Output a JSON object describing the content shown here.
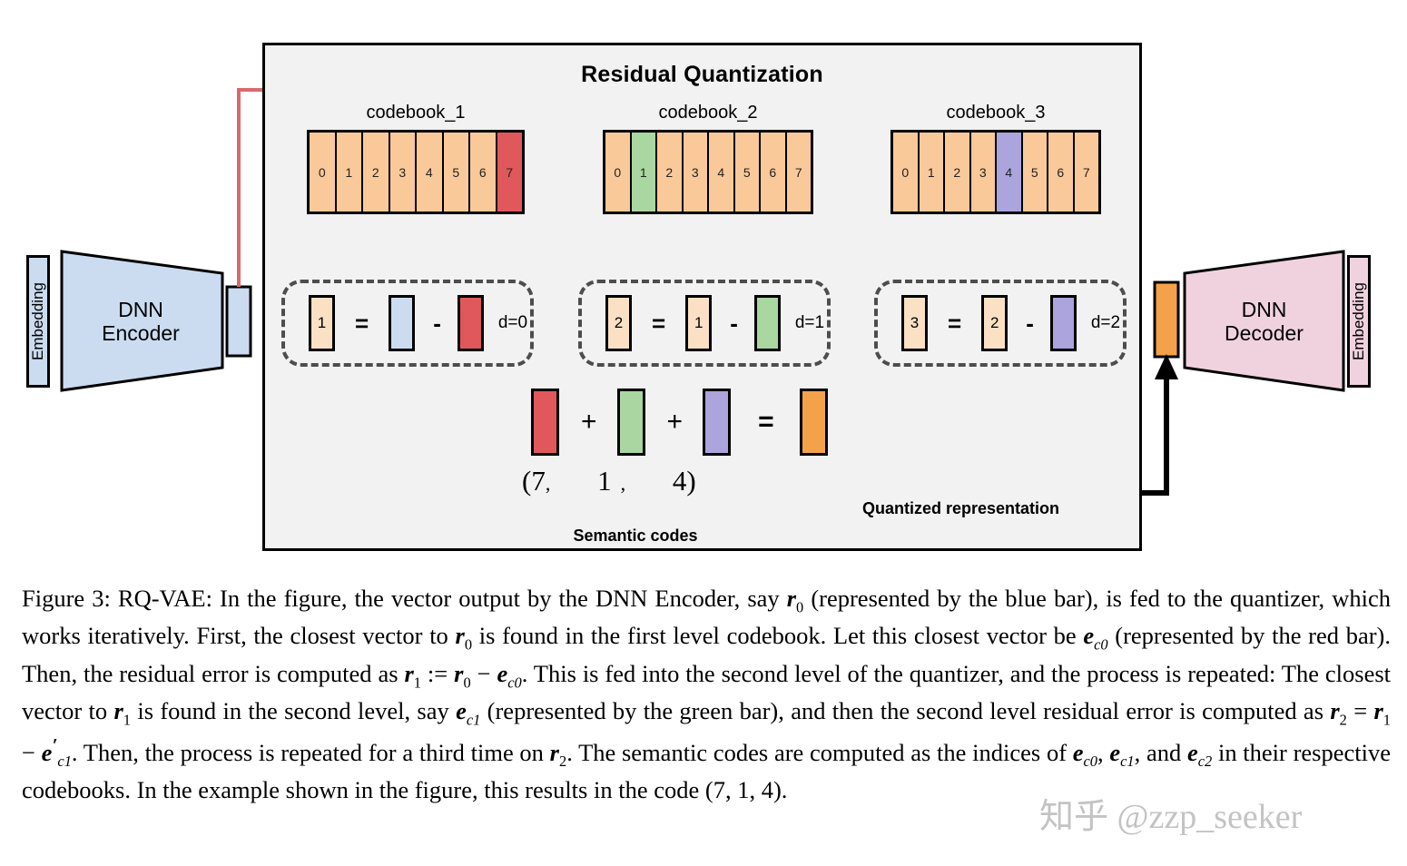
{
  "figure": {
    "panel_title": "Residual Quantization",
    "encoder": {
      "embedding_label": "Embedding",
      "name_line1": "DNN",
      "name_line2": "Encoder"
    },
    "decoder": {
      "embedding_label": "Embedding",
      "name_line1": "DNN",
      "name_line2": "Decoder"
    },
    "codebooks": [
      {
        "label": "codebook_1",
        "cells": [
          "0",
          "1",
          "2",
          "3",
          "4",
          "5",
          "6",
          "7"
        ],
        "selected_index": 7,
        "selected_color": "#e0585c",
        "arrow_color": "#d9696e"
      },
      {
        "label": "codebook_2",
        "cells": [
          "0",
          "1",
          "2",
          "3",
          "4",
          "5",
          "6",
          "7"
        ],
        "selected_index": 1,
        "selected_color": "#a9d6a1",
        "arrow_color": "#3a7a30"
      },
      {
        "label": "codebook_3",
        "cells": [
          "0",
          "1",
          "2",
          "3",
          "4",
          "5",
          "6",
          "7"
        ],
        "selected_index": 4,
        "selected_color": "#aca4dd",
        "arrow_color": "#6f5fb8"
      }
    ],
    "residual_boxes": [
      {
        "result_label": "1",
        "equals": "=",
        "minuend_label": "",
        "minus": "-",
        "subtrahend_label": "",
        "depth": "d=0",
        "minuend_color": "#cbdcf0",
        "subtrahend_color": "#e0585c"
      },
      {
        "result_label": "2",
        "equals": "=",
        "minuend_label": "1",
        "minus": "-",
        "subtrahend_label": "",
        "depth": "d=1",
        "minuend_color": "#fbe0c4",
        "subtrahend_color": "#a9d6a1"
      },
      {
        "result_label": "3",
        "equals": "=",
        "minuend_label": "2",
        "minus": "-",
        "subtrahend_label": "",
        "depth": "d=2",
        "minuend_color": "#fbe0c4",
        "subtrahend_color": "#aca4dd"
      }
    ],
    "sum_row": {
      "plus1": "+",
      "plus2": "+",
      "equals": "=",
      "bar_colors": [
        "#e0585c",
        "#a9d6a1",
        "#aca4dd"
      ],
      "result_color": "#f4a24a"
    },
    "semantic_codes": {
      "open": "(",
      "code_1": "7",
      "comma_1": ",",
      "code_2": "1",
      "comma_2": ",",
      "code_3": "4",
      "close": ")",
      "caption": "Semantic codes"
    },
    "quantized_label": "Quantized representation",
    "colors": {
      "codebook_cell": "#fac99a",
      "red_bar": "#e0585c",
      "green_bar": "#a9d6a1",
      "purple_bar": "#aca4dd",
      "blue_bar": "#cbdcf0",
      "orange_bar": "#f4a24a",
      "peach_bar": "#fbe0c4",
      "encoder_fill": "#cbdcf0",
      "decoder_fill": "#f0d2de",
      "panel_bg": "#f2f2f2"
    }
  },
  "caption": {
    "figure_number": "Figure 3:",
    "text_parts": {
      "p1": " RQ-VAE: In the figure, the vector output by the DNN Encoder, say ",
      "r0a": "r",
      "r0a_sub": "0",
      "p2": " (represented by the blue bar), is fed to the quantizer, which works iteratively. First, the closest vector to ",
      "r0b": "r",
      "r0b_sub": "0",
      "p3": " is found in the first level codebook. Let this closest vector be ",
      "ec0a": "e",
      "ec0a_sub": "c0",
      "p4": " (represented by the red bar). Then, the residual error is computed as ",
      "eq1_a": "r",
      "eq1_a_sub": "1",
      "eq1_op": " := ",
      "eq1_b": "r",
      "eq1_b_sub": "0",
      "eq1_minus": " − ",
      "eq1_c": "e",
      "eq1_c_sub": "c0",
      "p5": ". This is fed into the second level of the quantizer, and the process is repeated: The closest vector to ",
      "r1": "r",
      "r1_sub": "1",
      "p6": " is found in the second level, say ",
      "ec1a": "e",
      "ec1a_sub": "c1",
      "p7": " (represented by the green bar), and then the second level residual error is computed as ",
      "eq2_a": "r",
      "eq2_a_sub": "2",
      "eq2_op": " = ",
      "eq2_b": "r",
      "eq2_b_sub": "1",
      "eq2_minus": " − ",
      "eq2_c": "e",
      "eq2_c_prime": "′",
      "eq2_c_sub": "c1",
      "p8": ". Then, the process is repeated for a third time on ",
      "r2": "r",
      "r2_sub": "2",
      "p9": ". The semantic codes are computed as the indices of ",
      "ec0b": "e",
      "ec0b_sub": "c0",
      "comma1": ", ",
      "ec1b": "e",
      "ec1b_sub": "c1",
      "p10": ", and ",
      "ec2": "e",
      "ec2_sub": "c2",
      "p11": " in their respective codebooks. In the example shown in the figure, this results in the code ",
      "code_tuple": "(7, 1, 4)",
      "p12": "."
    }
  },
  "watermark": {
    "text": "知乎 @zzp_seeker"
  }
}
